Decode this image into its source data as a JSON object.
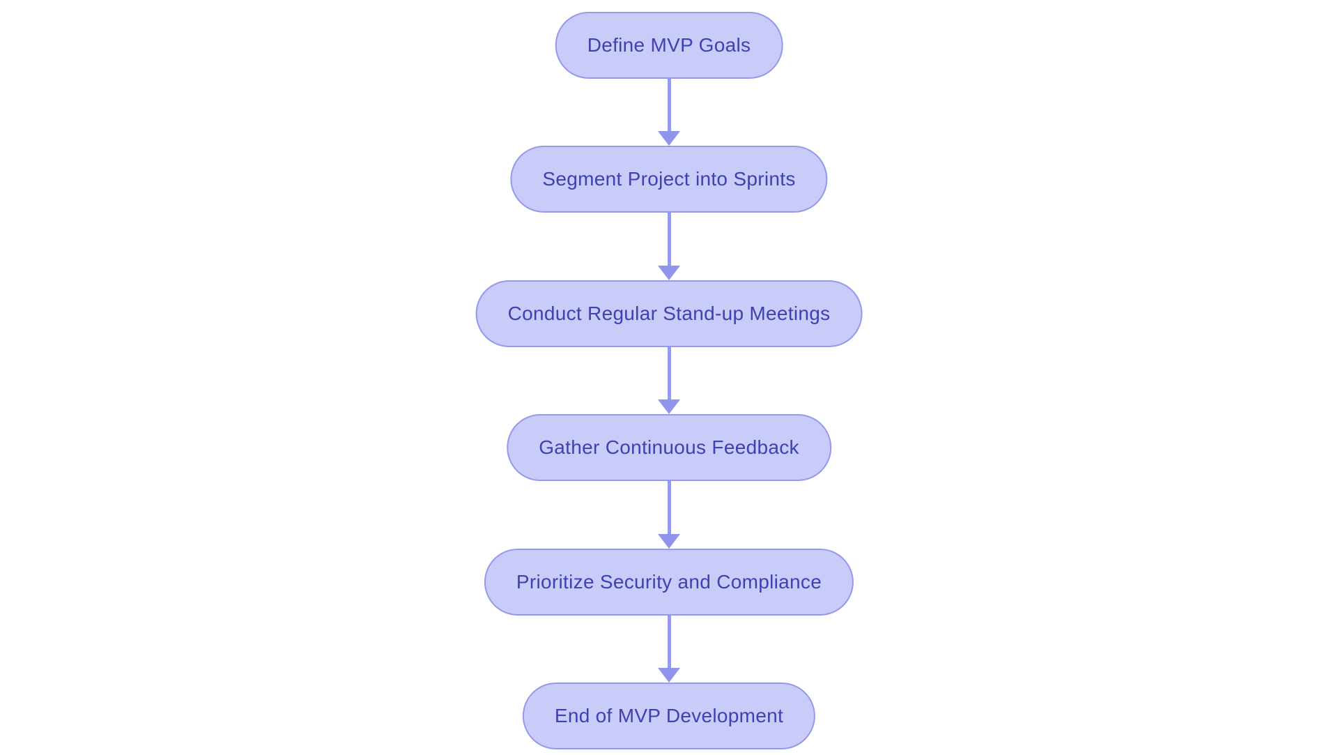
{
  "flowchart": {
    "type": "flowchart",
    "direction": "top-down",
    "background_color": "#ffffff",
    "node_fill_color": "#c9cbf8",
    "node_border_color": "#9499ec",
    "node_text_color": "#3c42af",
    "arrow_color": "#969bef",
    "nodes": [
      {
        "id": "define-mvp-goals",
        "label": "Define MVP Goals"
      },
      {
        "id": "segment-project-into-sprints",
        "label": "Segment Project into Sprints"
      },
      {
        "id": "conduct-regular-stand-up-meetings",
        "label": "Conduct Regular Stand-up Meetings"
      },
      {
        "id": "gather-continuous-feedback",
        "label": "Gather Continuous Feedback"
      },
      {
        "id": "prioritize-security-and-compliance",
        "label": "Prioritize Security and Compliance"
      },
      {
        "id": "end-of-mvp-development",
        "label": "End of MVP Development"
      }
    ],
    "edges": [
      {
        "from": "define-mvp-goals",
        "to": "segment-project-into-sprints"
      },
      {
        "from": "segment-project-into-sprints",
        "to": "conduct-regular-stand-up-meetings"
      },
      {
        "from": "conduct-regular-stand-up-meetings",
        "to": "gather-continuous-feedback"
      },
      {
        "from": "gather-continuous-feedback",
        "to": "prioritize-security-and-compliance"
      },
      {
        "from": "prioritize-security-and-compliance",
        "to": "end-of-mvp-development"
      }
    ]
  }
}
